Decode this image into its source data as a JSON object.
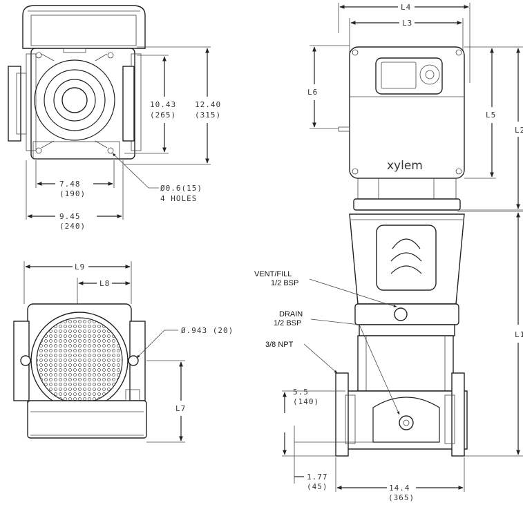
{
  "top_view": {
    "dim_height_inner": "10.43",
    "dim_height_inner_mm": "(265)",
    "dim_height_outer": "12.40",
    "dim_height_outer_mm": "(315)",
    "dim_width_inner": "7.48",
    "dim_width_inner_mm": "(190)",
    "dim_width_outer": "9.45",
    "dim_width_outer_mm": "(240)",
    "hole_size": "Ø0.6(15)",
    "hole_count": "4 HOLES"
  },
  "bottom_view": {
    "L9": "L9",
    "L8": "L8",
    "L7": "L7",
    "port_diameter": "Ø.943 (20)"
  },
  "front_view": {
    "L4": "L4",
    "L3": "L3",
    "L6": "L6",
    "L5": "L5",
    "L2": "L2",
    "L1": "L1",
    "logo": "xylem",
    "vent_label_1": "VENT/FILL",
    "vent_label_2": "1/2 BSP",
    "drain_label_1": "DRAIN",
    "drain_label_2": "1/2 BSP",
    "npt_label": "3/8 NPT",
    "dim_base_height": "5.5",
    "dim_base_height_mm": "(140)",
    "dim_offset": "1.77",
    "dim_offset_mm": "(45)",
    "dim_base_width": "14.4",
    "dim_base_width_mm": "(365)"
  }
}
